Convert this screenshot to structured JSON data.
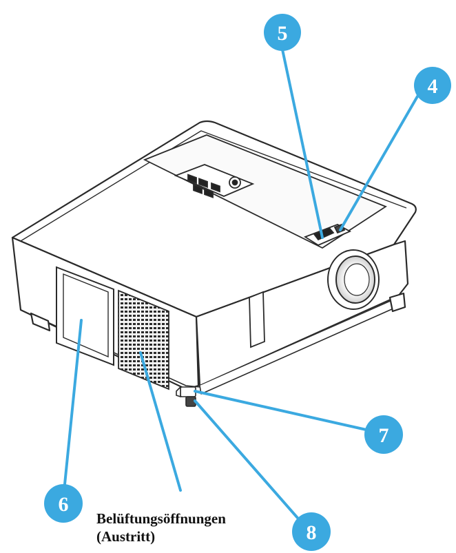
{
  "callouts": [
    {
      "number": "5"
    },
    {
      "number": "4"
    },
    {
      "number": "6"
    },
    {
      "number": "7"
    },
    {
      "number": "8"
    }
  ],
  "vent_label": {
    "line1": "Belüftungsöffnungen",
    "line2": "(Austritt)"
  },
  "colors": {
    "callout_fill": "#3ba9e0",
    "callout_line": "#3ba9e0",
    "outline": "#2a2a2a"
  }
}
